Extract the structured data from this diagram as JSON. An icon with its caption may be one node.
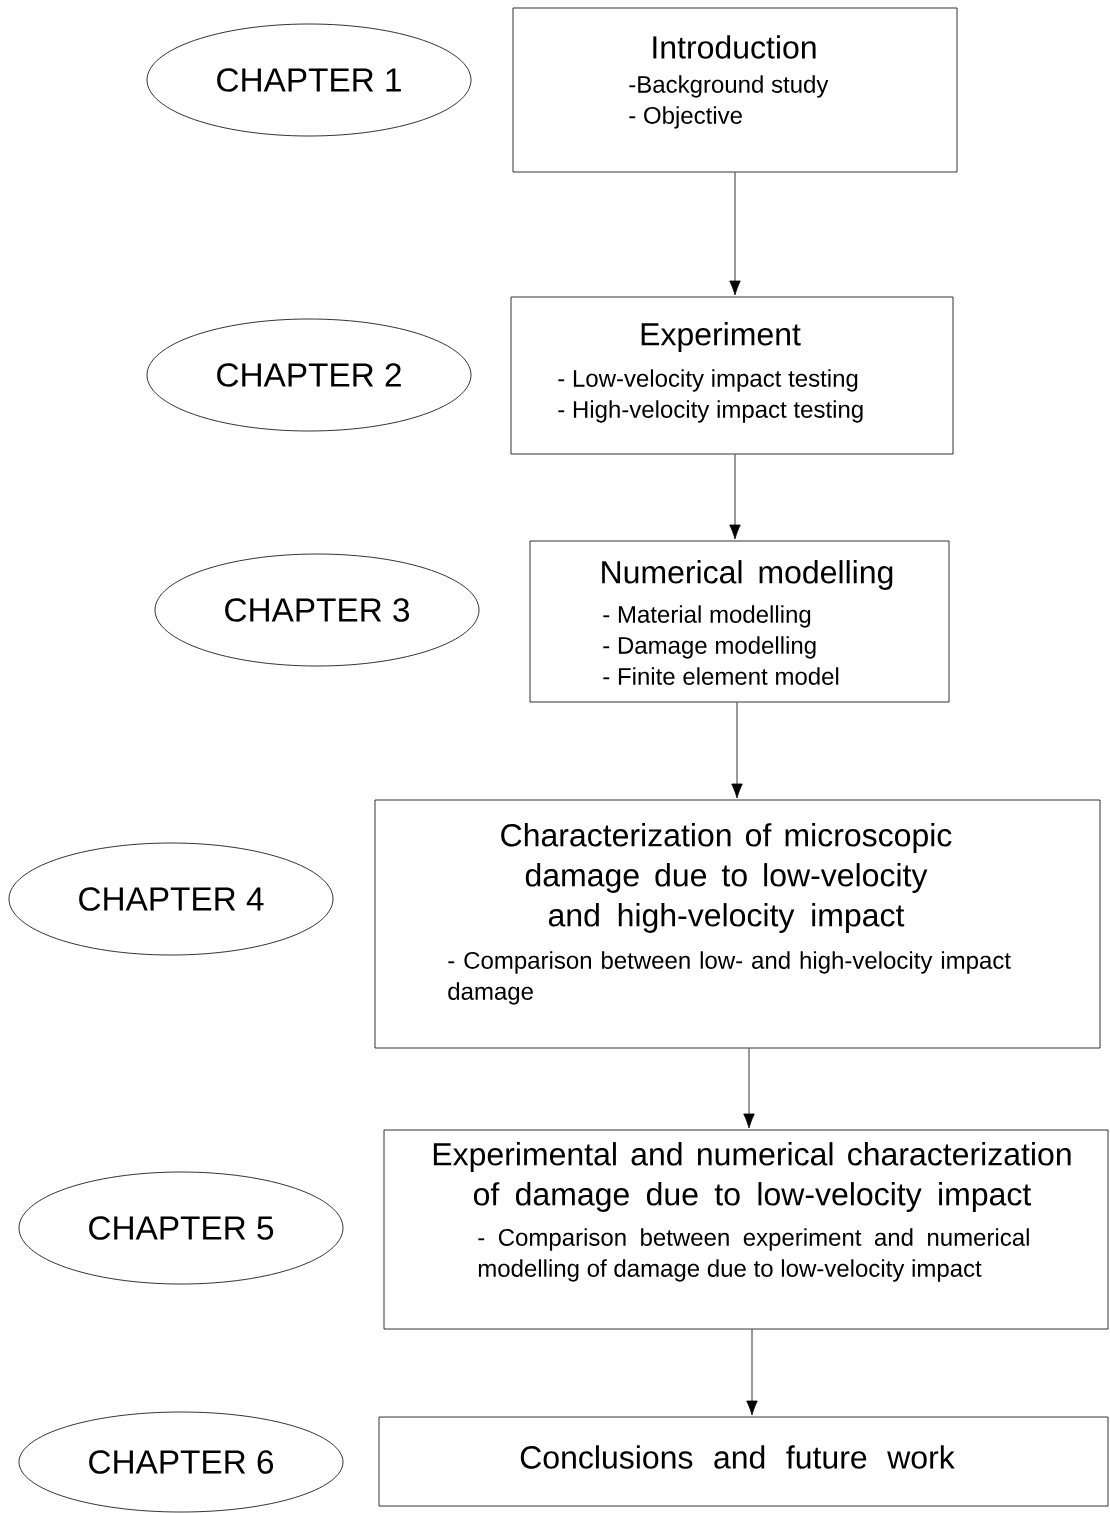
{
  "diagram": {
    "nodes": [
      {
        "text": [
          "CHAPTER 1"
        ]
      },
      {
        "text": [
          "Introduction",
          "-Background study",
          "- Objective"
        ]
      },
      {
        "text": [
          "CHAPTER 2"
        ]
      },
      {
        "text": [
          "Experiment",
          "- Low-velocity impact testing",
          "- High-velocity impact testing"
        ]
      },
      {
        "text": [
          "CHAPTER 3"
        ]
      },
      {
        "text": [
          "Numerical modelling",
          "- Material modelling",
          "- Damage modelling",
          "- Finite element model"
        ]
      },
      {
        "text": [
          "CHAPTER 4"
        ]
      },
      {
        "text": [
          "Characterization of microscopic damage due to low-velocity and high-velocity impact",
          "- Comparison between low- and high-velocity impact damage"
        ]
      },
      {
        "text": [
          "CHAPTER 5"
        ]
      },
      {
        "text": [
          "Experimental and numerical characterization of damage due to low-velocity impact",
          "- Comparison between experiment and numerical modelling of damage due to low-velocity impact"
        ]
      },
      {
        "text": [
          "CHAPTER 6"
        ]
      },
      {
        "text": [
          "Conclusions and future work"
        ]
      }
    ],
    "edges": [
      {
        "from": 1,
        "to": 3,
        "arrow": "to"
      },
      {
        "from": 3,
        "to": 5,
        "arrow": "to"
      },
      {
        "from": 5,
        "to": 7,
        "arrow": "to"
      },
      {
        "from": 7,
        "to": 9,
        "arrow": "to"
      },
      {
        "from": 9,
        "to": 11,
        "arrow": "to"
      }
    ]
  }
}
